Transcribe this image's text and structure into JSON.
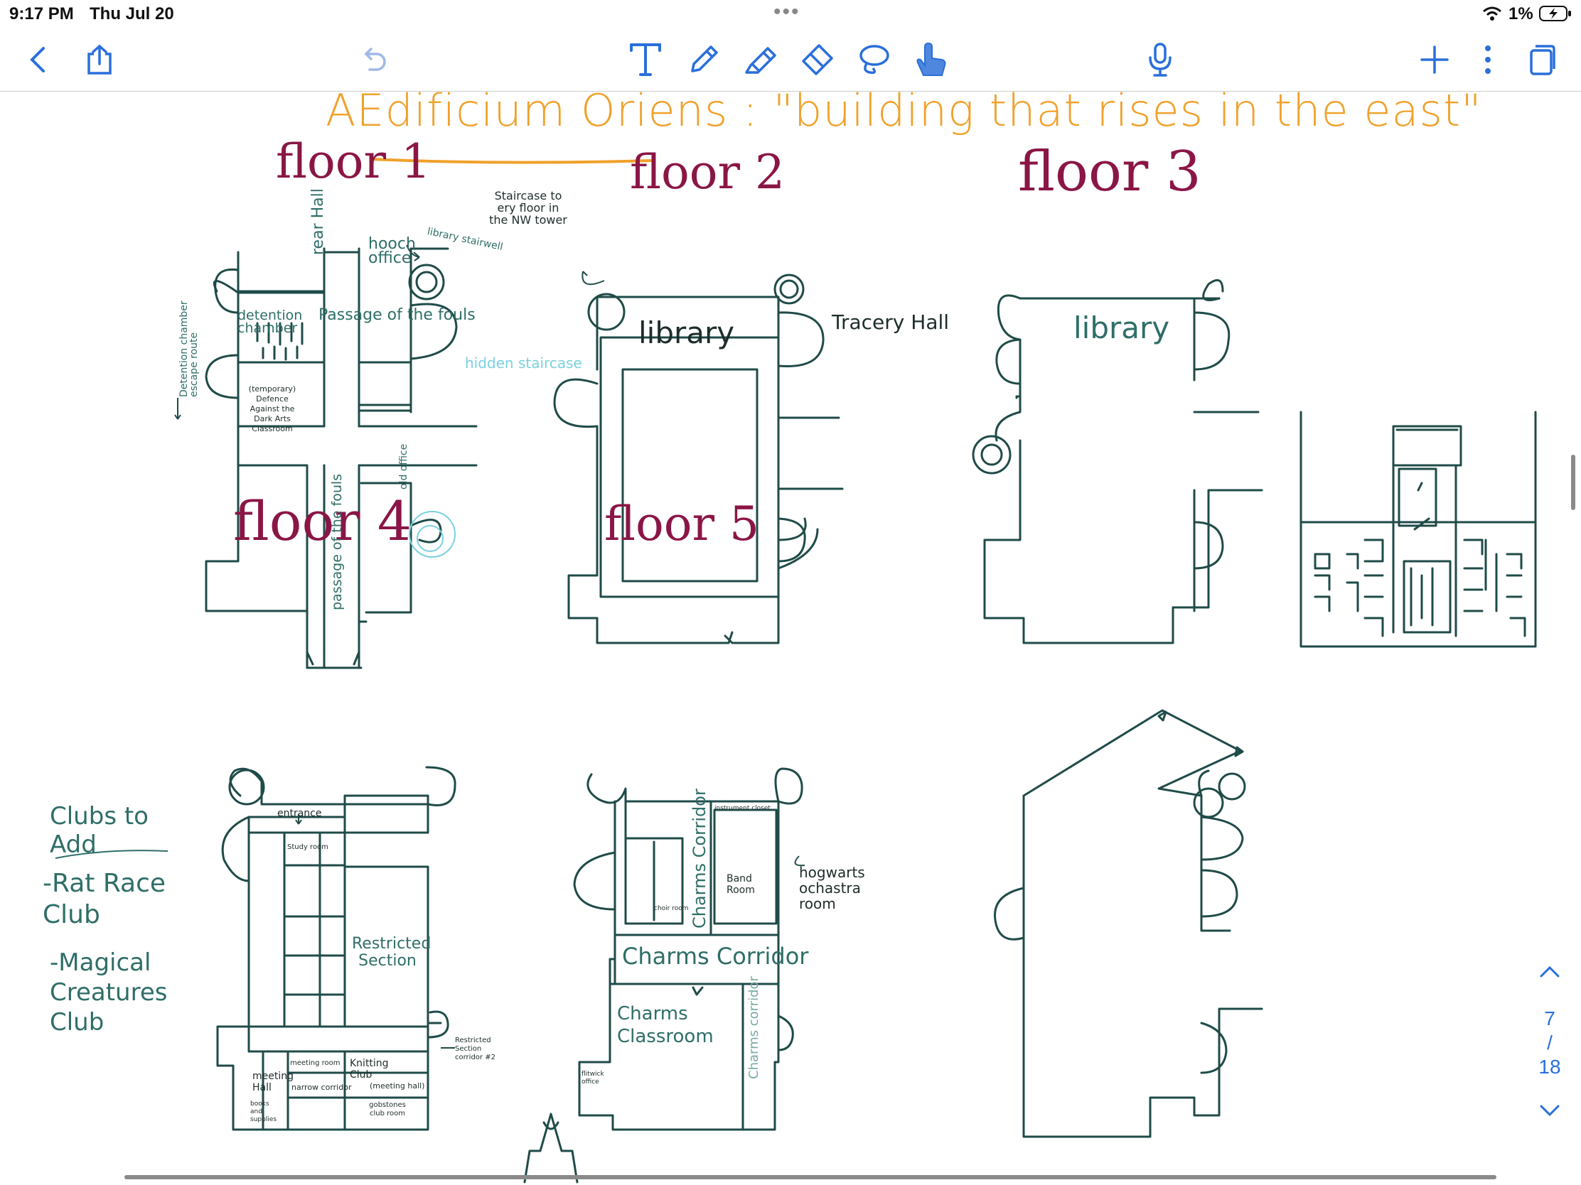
{
  "status_bar": {
    "time": "9:17 PM",
    "date": "Thu Jul 20",
    "battery_percent": "1%"
  },
  "toolbar": {
    "back_icon": "chevron-left-icon",
    "share_icon": "share-icon",
    "undo_icon": "undo-icon",
    "text_tool_icon": "text-tool-icon",
    "pen_tool_icon": "pen-icon",
    "highlighter_tool_icon": "highlighter-icon",
    "eraser_tool_icon": "eraser-icon",
    "lasso_tool_icon": "lasso-icon",
    "touch_tool_icon": "hand-pointer-icon",
    "microphone_icon": "microphone-icon",
    "add_icon": "plus-icon",
    "more_icon": "more-icon",
    "pages_icon": "pages-icon",
    "accent_color": "#2a6fdb"
  },
  "note": {
    "title": "AEdificium Oriens : \"building that rises in the east\"",
    "title_color": "#f0a12b",
    "floor_color": "#8a1646",
    "ink_color": "#1f4b48",
    "floors": {
      "f1": {
        "label": "floor 1",
        "library_stairwell": "library stairwell",
        "rear_hall": "rear Hall",
        "hooch_office": "hooch office",
        "detention_escape": "Detention chamber escape route",
        "detention_chamber": "detention chamber",
        "passage_fouls_h": "Passage of the fouls",
        "passage_fouls_v": "passage of the fouls",
        "hidden_staircase": "hidden staircase",
        "dada_classroom": "(temporary) Defence Against the Dark Arts Classroom",
        "old_office": "old office"
      },
      "f2": {
        "label": "floor 2",
        "staircase_note": "Staircase to ery floor in the NW tower",
        "library": "library",
        "tracery_hall": "Tracery Hall"
      },
      "f3": {
        "label": "floor 3",
        "library": "library"
      },
      "f4": {
        "label": "floor 4",
        "entrance": "entrance",
        "study_room": "Study room",
        "restricted_section": "Restricted Section",
        "restricted_corridor": "Restricted Section corridor #2",
        "knitting_club": "Knitting Club",
        "meeting_hall": "meeting Hall",
        "meeting_room": "meeting room",
        "narrow_corridor": "narrow corridor",
        "meeting_hall_paren": "(meeting hall)",
        "gobstones_room": "gobstones club room",
        "books_and_supplies": "books and supplies"
      },
      "f5": {
        "label": "floor 5",
        "charms_corridor_v": "Charms Corridor",
        "charms_corridor_h": "Charms Corridor",
        "charms_corridor_right": "Charms corridor",
        "instrument_closet": "instrument closet",
        "band_room": "Band Room",
        "orchestra_note": "hogwarts ochastra room",
        "choir_room": "choir room",
        "charms_classroom": "Charms Classroom",
        "flitwick_office": "flitwick office"
      }
    },
    "clubs": {
      "heading": "Clubs to Add",
      "item_1": "-Rat Race Club",
      "item_2": "-Magical Creatures Club"
    }
  },
  "page_nav": {
    "up_icon": "chevron-up-icon",
    "current": "7",
    "separator": "/",
    "total": "18",
    "down_icon": "chevron-down-icon"
  }
}
